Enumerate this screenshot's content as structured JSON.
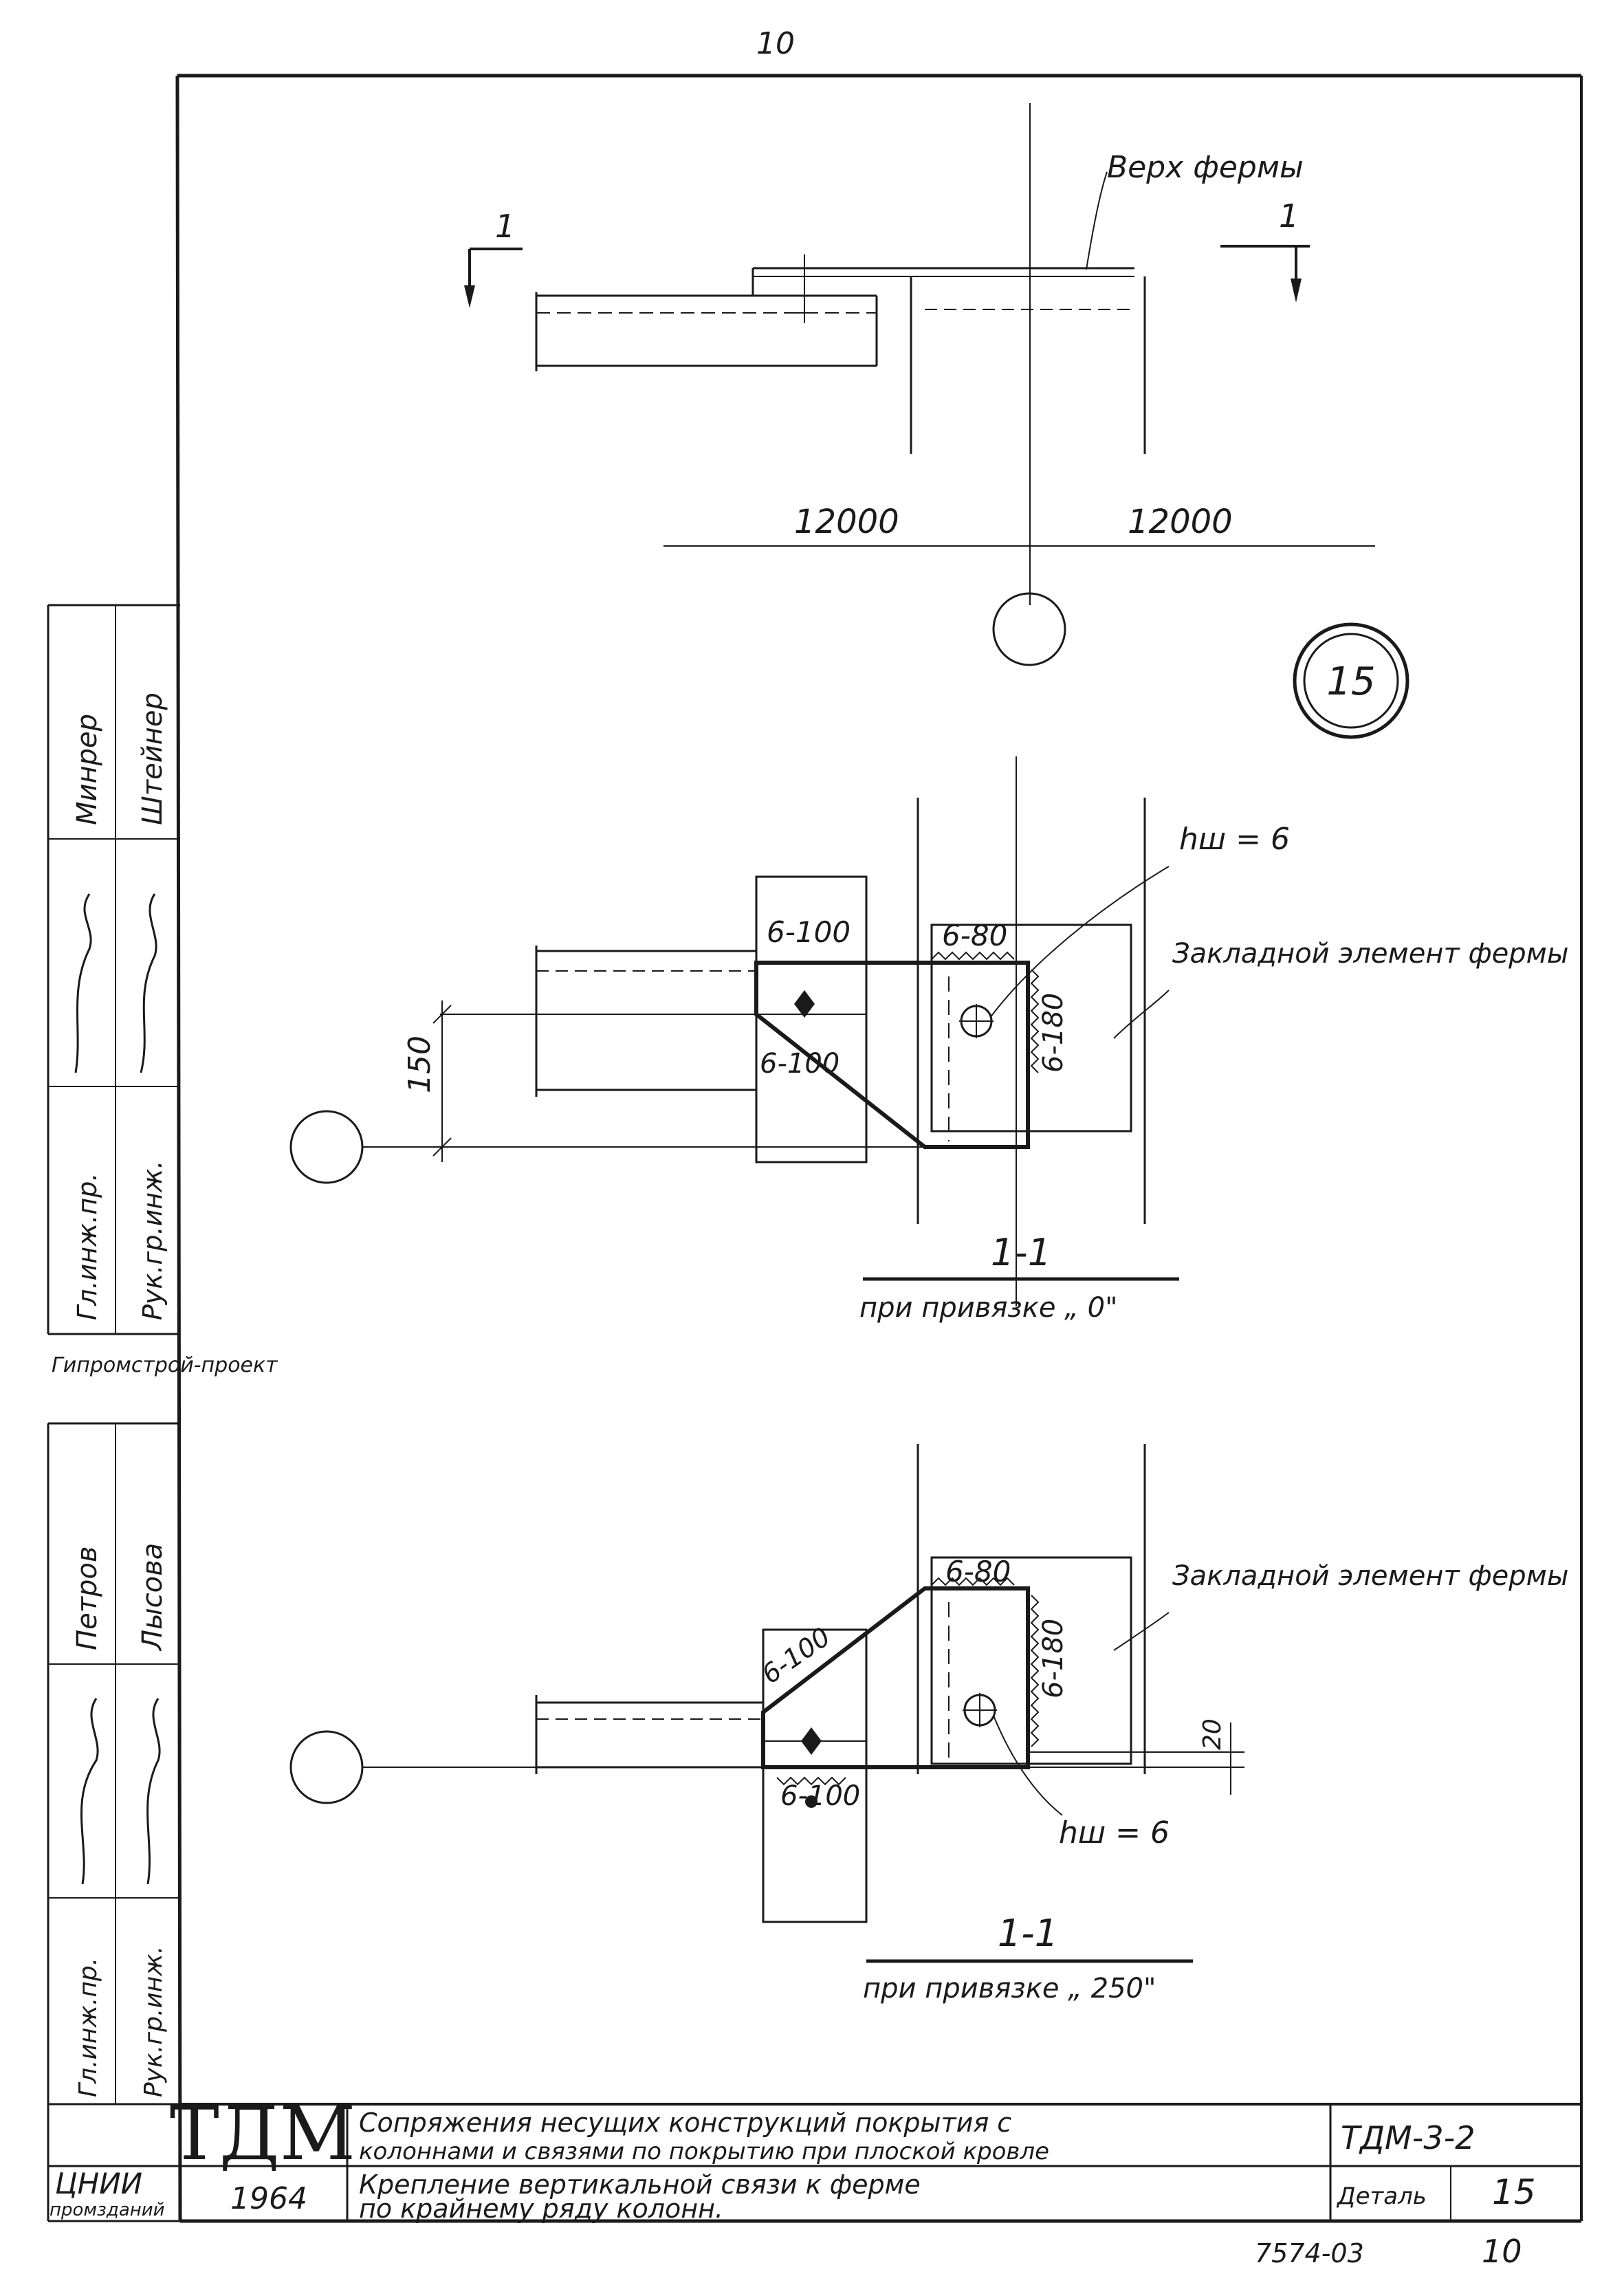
{
  "sheet": {
    "page_number": "10",
    "sheet_number_bottom": "10",
    "archive_code": "7574-03"
  },
  "top_view": {
    "callout_top_of_truss": "Верх фермы",
    "section_mark_left": "1",
    "section_mark_right": "1",
    "span_left": "12000",
    "span_right": "12000"
  },
  "detail_mark": "15",
  "section_a": {
    "weld_leg": "hш = 6",
    "weld_top_left": "6-100",
    "weld_top_right": "6-80",
    "weld_diagonal": "6-100",
    "weld_vertical": "6-180",
    "dimension": "150",
    "callout": "Закладной элемент фермы",
    "caption_title": "1-1",
    "caption_sub": "при привязке „ 0\""
  },
  "section_b": {
    "weld_top_right": "6-80",
    "weld_diagonal": "6-100",
    "weld_vertical": "6-180",
    "weld_bottom": "6-100",
    "dimension": "20",
    "weld_leg": "hш = 6",
    "callout": "Закладной элемент фермы",
    "caption_title": "1-1",
    "caption_sub": "при привязке „ 250\""
  },
  "side_stamp": {
    "name_1": "Минрер",
    "name_2": "Штейнер",
    "role_1": "Гл.инж.пр.",
    "role_2": "Рук.гр.инж.",
    "org": "Гипромстрой-проект",
    "name_3": "Петров",
    "name_4": "Лысова",
    "role_3": "Гл.инж.пр.",
    "role_4": "Рук.гр.инж."
  },
  "title_block": {
    "series_mark": "ТДМ",
    "year": "1964",
    "org": "ЦНИИ",
    "org_sub": "промзданий",
    "title_line_1": "Сопряжения несущих конструкций покрытия с",
    "title_line_2": "колоннами и связями по покрытию при плоской кровле",
    "sub_line_1": "Крепление вертикальной связи к ферме",
    "sub_line_2": "по крайнему ряду колонн.",
    "doc_code": "ТДМ-3-2",
    "detail_label": "Деталь",
    "detail_value": "15"
  }
}
